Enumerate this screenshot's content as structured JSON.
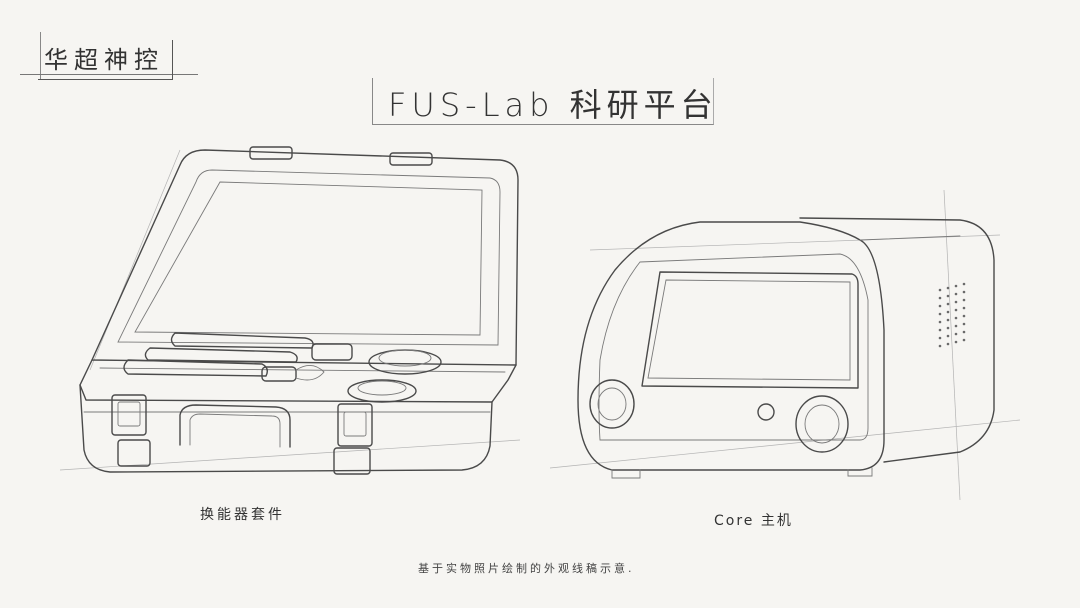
{
  "brand": {
    "name": "华超神控"
  },
  "header": {
    "title": "FUS-Lab 科研平台"
  },
  "products": [
    {
      "caption": "换能器套件",
      "icon": "transducer-kit-case-sketch"
    },
    {
      "caption": "Core 主机",
      "icon": "core-host-device-sketch"
    }
  ],
  "footer": {
    "note": "基于实物照片绘制的外观线稿示意."
  },
  "colors": {
    "background": "#f6f5f2",
    "ink": "#4a4a4a"
  }
}
